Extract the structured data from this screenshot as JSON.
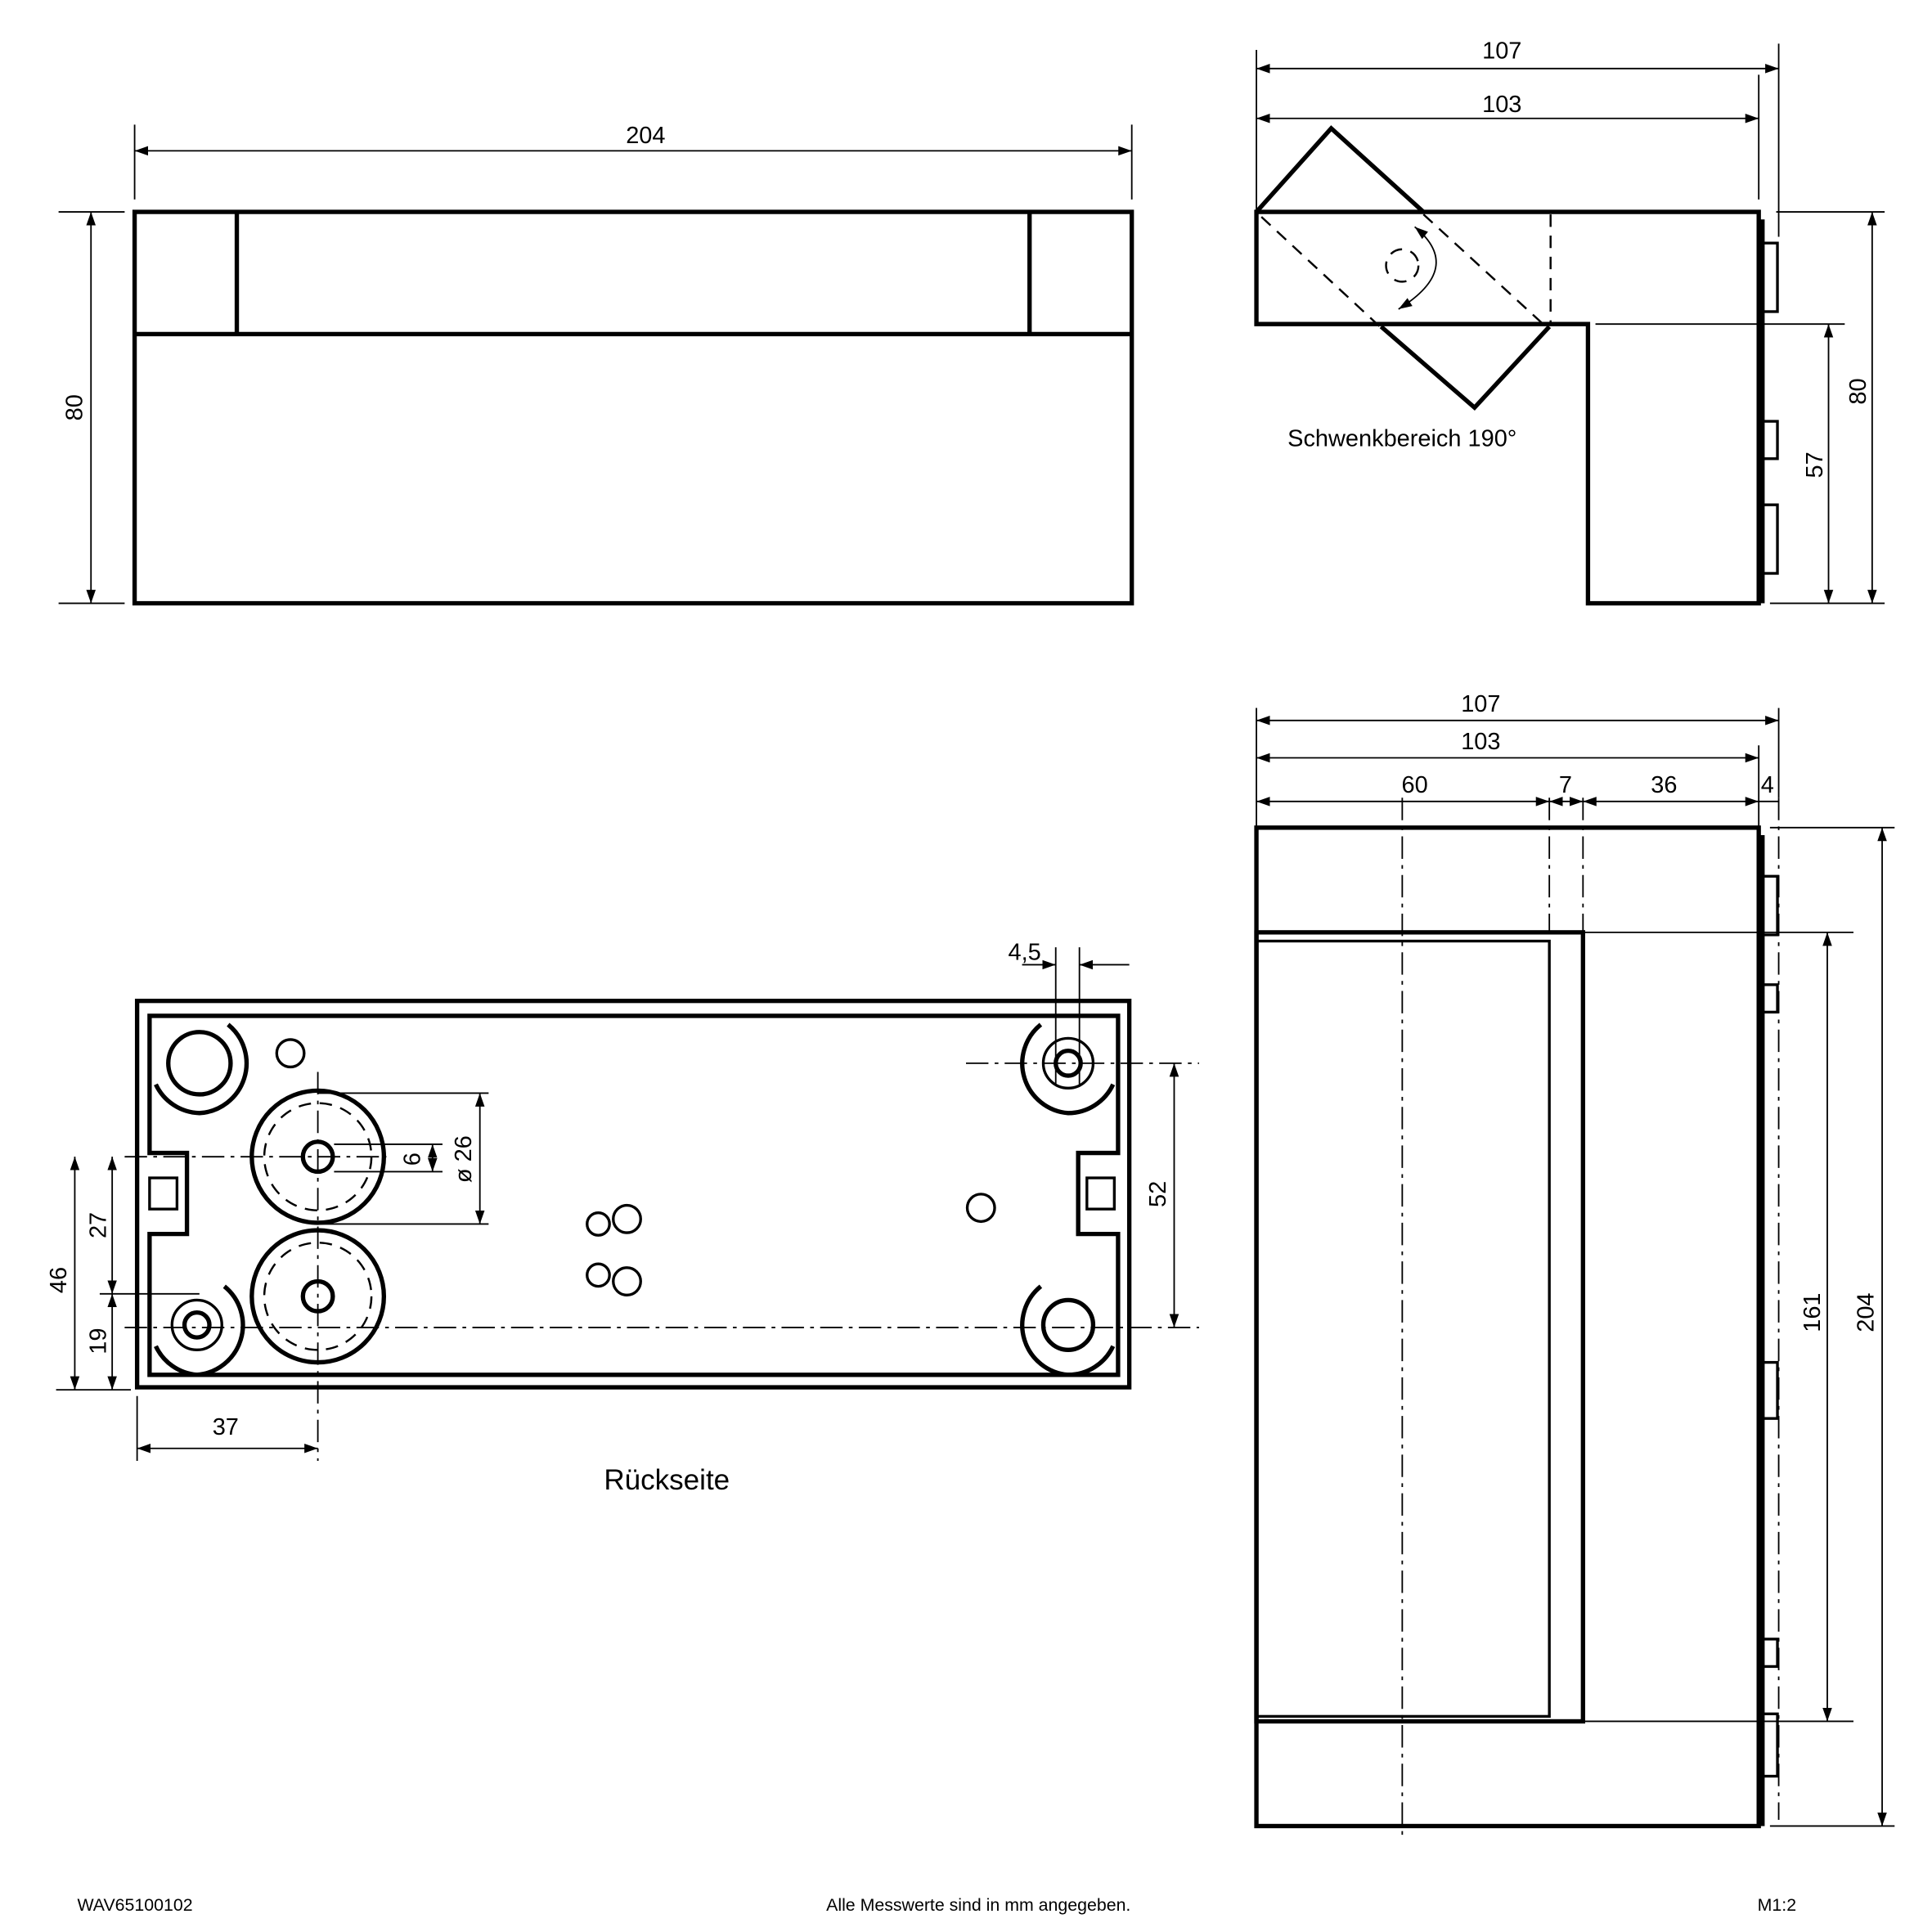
{
  "front_view": {
    "width": "204",
    "height": "80"
  },
  "side_view": {
    "outer": "107",
    "inner": "103",
    "height": "80",
    "lower": "57",
    "swing_label": "Schwenkbereich 190°"
  },
  "back_view": {
    "hole_spacing": "4,5",
    "vertical_spacing": "52",
    "diameter": "ø 26",
    "bore": "6",
    "left_total": "46",
    "left_upper": "27",
    "left_lower": "19",
    "offset": "37",
    "label": "Rückseite"
  },
  "side_view_2": {
    "outer": "107",
    "inner": "103",
    "seg1": "60",
    "seg2": "7",
    "seg3": "36",
    "seg4": "4",
    "height": "204",
    "inner_height": "161"
  },
  "footer": {
    "doc_id": "WAV65100102",
    "note": "Alle Messwerte sind in mm angegeben.",
    "scale": "M1:2"
  }
}
